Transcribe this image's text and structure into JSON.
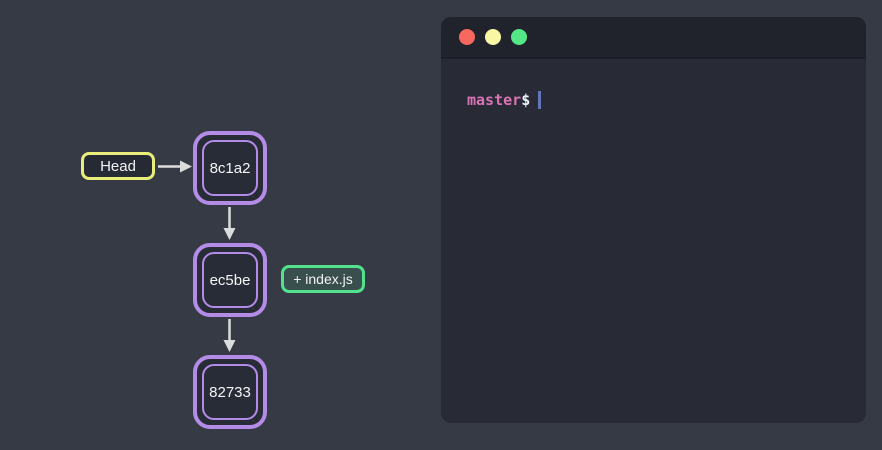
{
  "page": {
    "background_color": "#353a45"
  },
  "diagram": {
    "head_label": "Head",
    "commits": [
      {
        "id": "8c1a2"
      },
      {
        "id": "ec5be"
      },
      {
        "id": "82733"
      }
    ],
    "annotation_label": "+ index.js",
    "colors": {
      "node_border": "#b48ce8",
      "node_fill": "#282c37",
      "head_border": "#e9ed7a",
      "annotation_border": "#52e18c",
      "arrow": "#dcdcdc",
      "text": "#f5f5f5"
    }
  },
  "terminal": {
    "traffic_light_colors": {
      "close": "#f9685e",
      "minimize": "#f9f7a3",
      "zoom": "#54e786"
    },
    "titlebar_color": "#20232b",
    "body_color": "#282b35",
    "prompt": {
      "branch": "master",
      "symbol": "$"
    },
    "colors": {
      "branch": "#d873b4",
      "symbol": "#eef1f6",
      "cursor": "#6474b8"
    }
  }
}
